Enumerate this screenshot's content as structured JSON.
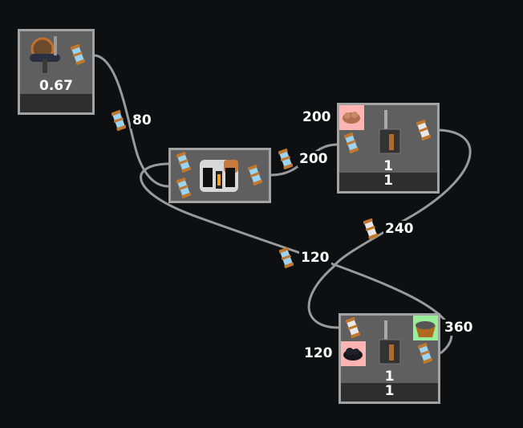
{
  "colors": {
    "background": "#0e0f11",
    "node_fill": "#5f5f5f",
    "node_border": "#a3a3a3",
    "band": "#2e2e2e",
    "link": "#9a9a9a",
    "input_missing": "#ffb3b3",
    "output_ok": "#99ee99"
  },
  "nodes": [
    {
      "id": "supply",
      "building_icon": "offshore-pump-icon",
      "rate": "0.67",
      "band": ""
    },
    {
      "id": "assembler",
      "building_icon": "assembler-icon"
    },
    {
      "id": "refinery-top",
      "building_icon": "refinery-icon",
      "rate": "1",
      "band": "1",
      "input_label": "200",
      "input_icon": "iron-ore-icon"
    },
    {
      "id": "refinery-bottom",
      "building_icon": "refinery-icon",
      "rate": "1",
      "band": "1",
      "input_label": "120",
      "input_icon": "coal-icon",
      "output_label": "360",
      "output_icon": "stone-basket-icon"
    }
  ],
  "links": [
    {
      "label": "80",
      "icon": "water-barrel-icon"
    },
    {
      "label": "200",
      "icon": "water-barrel-icon"
    },
    {
      "label": "240",
      "icon": "steam-barrel-icon"
    },
    {
      "label": "120",
      "icon": "water-barrel-icon"
    }
  ]
}
